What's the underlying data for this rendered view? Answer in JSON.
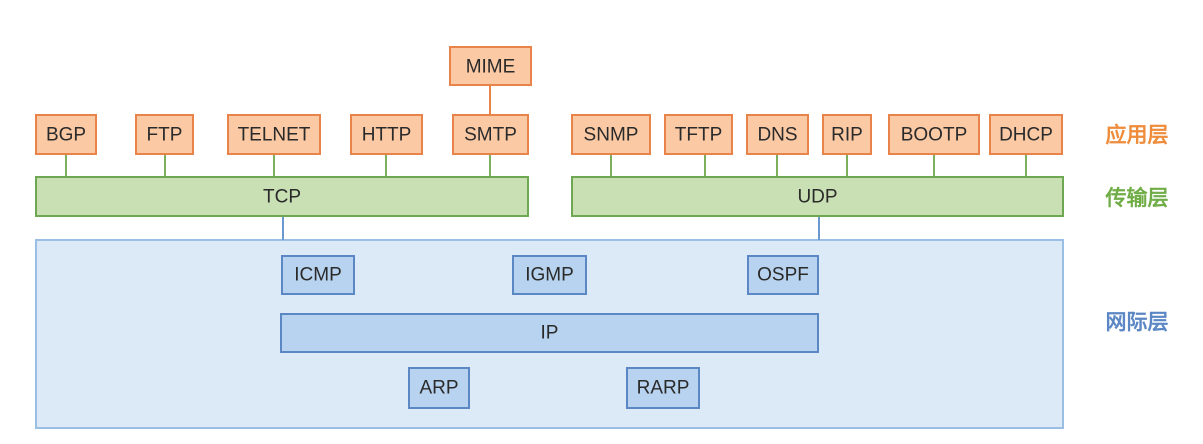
{
  "colors": {
    "app_fill": "#fbc9a4",
    "app_stroke": "#e8834a",
    "app_label": "#ef8c3c",
    "transport_fill": "#c9e0b4",
    "transport_stroke": "#6fa852",
    "transport_label": "#70ad47",
    "network_region_fill": "#dceaf8",
    "network_region_stroke": "#9bbfe4",
    "network_box_fill": "#b8d3ef",
    "network_box_stroke": "#5b87c5",
    "network_label": "#5b87c5"
  },
  "layers": {
    "application": "应用层",
    "transport": "传输层",
    "network": "网际层"
  },
  "application_protocols": {
    "mime": "MIME",
    "bgp": "BGP",
    "ftp": "FTP",
    "telnet": "TELNET",
    "http": "HTTP",
    "smtp": "SMTP",
    "snmp": "SNMP",
    "tftp": "TFTP",
    "dns": "DNS",
    "rip": "RIP",
    "bootp": "BOOTP",
    "dhcp": "DHCP"
  },
  "transport_protocols": {
    "tcp": "TCP",
    "udp": "UDP"
  },
  "network_protocols": {
    "icmp": "ICMP",
    "igmp": "IGMP",
    "ospf": "OSPF",
    "ip": "IP",
    "arp": "ARP",
    "rarp": "RARP"
  }
}
